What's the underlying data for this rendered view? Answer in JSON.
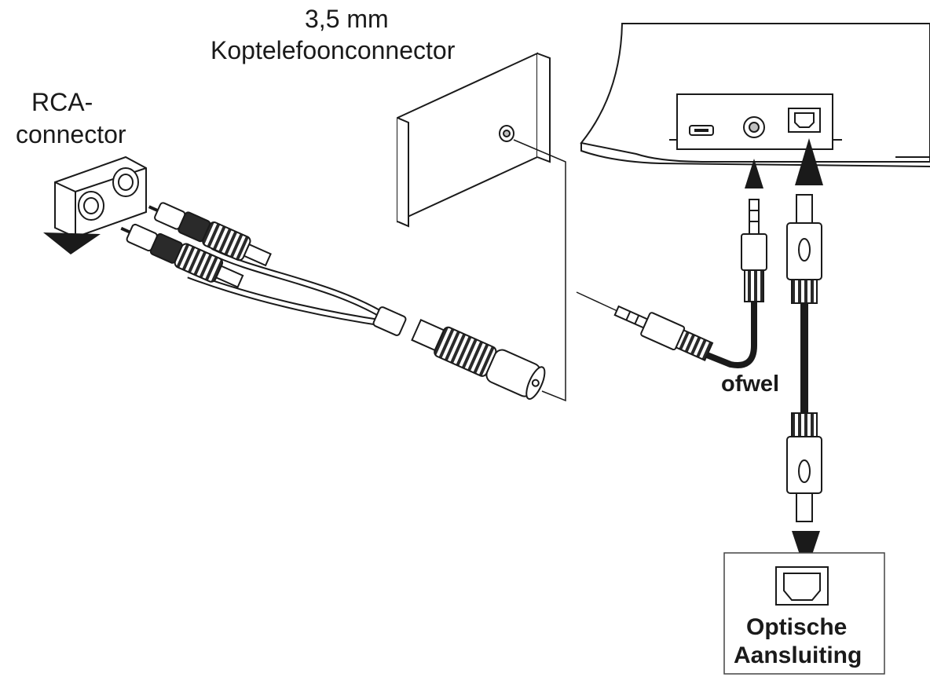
{
  "labels": {
    "rca_line1": "RCA-",
    "rca_line2": "connector",
    "headphone_line1": "3,5 mm",
    "headphone_line2": "Koptelefoonconnector",
    "or": "ofwel",
    "optical_line1": "Optische",
    "optical_line2": "Aansluiting"
  },
  "colors": {
    "line": "#1a1a1a",
    "fill_light": "#ffffff",
    "fill_gray": "#bfbfbf",
    "fill_dark": "#2a2a2a"
  }
}
